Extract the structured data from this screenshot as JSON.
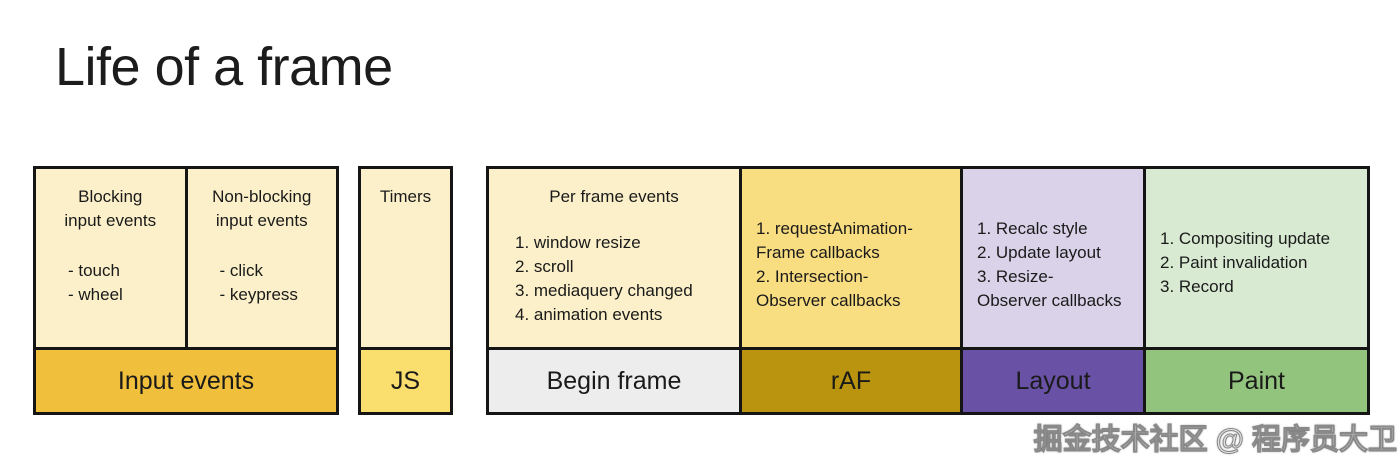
{
  "title": "Life of a frame",
  "watermark": "掘金技术社区 @ 程序员大卫",
  "colors": {
    "cream": "#FBF0C9",
    "gold": "#F0BF3B",
    "light_yellow": "#FADE6E",
    "raf_yellow": "#F9DD81",
    "dark_gold": "#BA940E",
    "lavender": "#D9D2E9",
    "purple": "#6952A6",
    "light_green": "#D9EAD3",
    "green": "#93C47D",
    "gray": "#EDEDED"
  },
  "input_block": {
    "blocking": {
      "heading": "Blocking\ninput events",
      "items": [
        "- touch",
        "- wheel"
      ]
    },
    "non_blocking": {
      "heading": "Non-blocking\ninput events",
      "items": [
        "- click",
        "- keypress"
      ]
    },
    "label": "Input events"
  },
  "js_block": {
    "heading": "Timers",
    "label": "JS"
  },
  "pipeline_block": {
    "begin_frame": {
      "heading": "Per frame events",
      "items": [
        "1. window resize",
        "2. scroll",
        "3. mediaquery changed",
        "4. animation events"
      ],
      "label": "Begin frame"
    },
    "raf": {
      "items": [
        "1. requestAnimation-\nFrame callbacks",
        "2. Intersection-\nObserver callbacks"
      ],
      "label": "rAF"
    },
    "layout": {
      "items": [
        "1. Recalc style",
        "2. Update layout",
        "3. Resize-\nObserver callbacks"
      ],
      "label": "Layout"
    },
    "paint": {
      "items": [
        "1. Compositing update",
        "2. Paint invalidation",
        "3. Record"
      ],
      "label": "Paint"
    }
  }
}
